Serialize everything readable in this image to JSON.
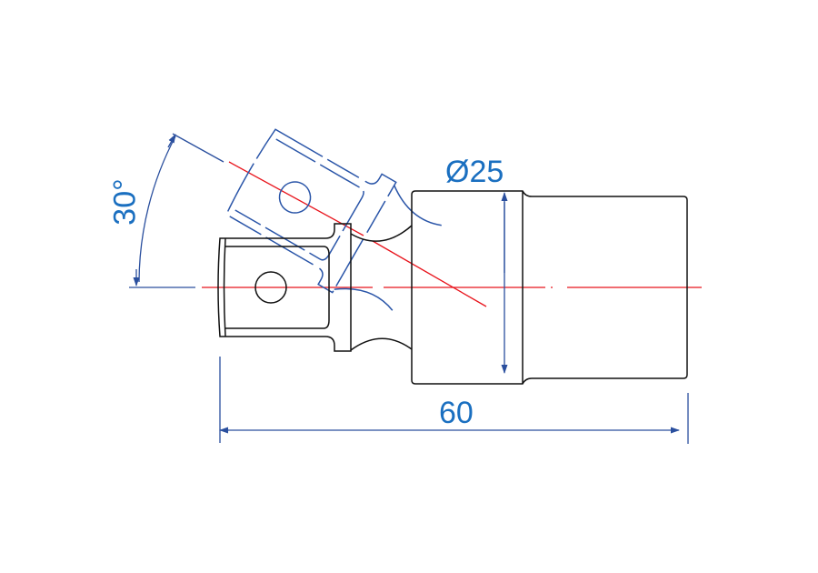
{
  "dimensions": {
    "angle_label": "30°",
    "diameter_label": "Ø25",
    "length_label": "60"
  },
  "colors": {
    "outline": "#111111",
    "rotated_outline": "#2a55a8",
    "centerline": "#e8141c",
    "dimension_line": "#2a4f9e",
    "dimension_text": "#1a6fc0"
  }
}
